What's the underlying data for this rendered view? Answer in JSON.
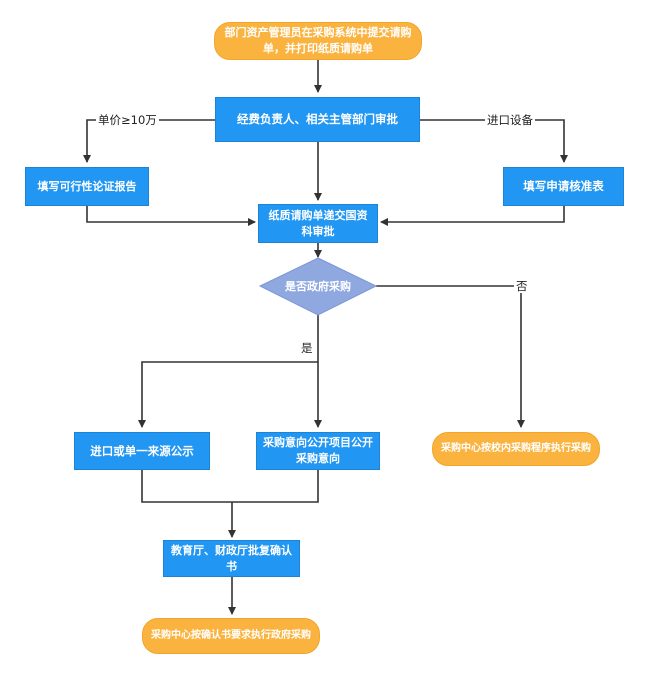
{
  "nodes": {
    "start": "部门资产管理员在采购系统中提交请购单，并打印纸质请购单",
    "approve_head": "经费负责人、相关主管部门审批",
    "feasibility": "填写可行性论证报告",
    "import_form": "填写申请核准表",
    "paper_submit": "纸质请购单递交国资科审批",
    "gov_decision": "是否政府采购",
    "import_single_source": "进口或单一来源公示",
    "intent_public": "采购意向公开项目公开采购意向",
    "campus_procure": "采购中心按校内采购程序执行采购",
    "edu_finance": "教育厅、财政厅批复确认书",
    "gov_procure": "采购中心按确认书要求执行政府采购"
  },
  "edge_labels": {
    "price_threshold": "单价≥10万",
    "import_equipment": "进口设备",
    "yes": "是",
    "no": "否"
  },
  "colors": {
    "process_fill": "#2196f3",
    "terminal_fill": "#fbb33f",
    "decision_fill": "#8fa8e0",
    "connector": "#333333"
  }
}
